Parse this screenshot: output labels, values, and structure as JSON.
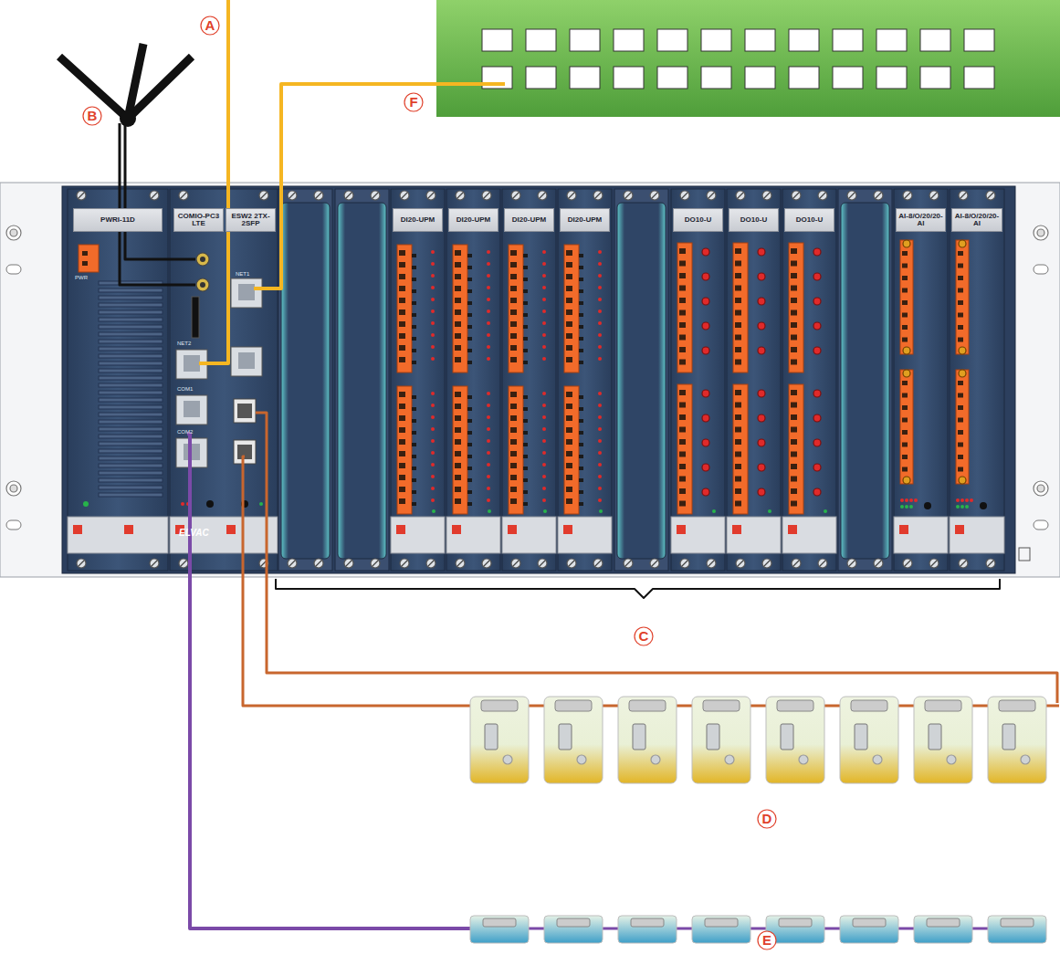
{
  "diagram": {
    "nodes": [
      {
        "text": [
          "PWRI-11D"
        ]
      },
      {
        "text": [
          "COMIO-PC3 LTE"
        ]
      },
      {
        "text": [
          "ESW2 2TX-2SFP"
        ]
      },
      {
        "text": [
          "DI20-UPM"
        ]
      },
      {
        "text": [
          "DI20-UPM"
        ]
      },
      {
        "text": [
          "DI20-UPM"
        ]
      },
      {
        "text": [
          "DI20-UPM"
        ]
      },
      {
        "text": [
          "DO10-U"
        ]
      },
      {
        "text": [
          "DO10-U"
        ]
      },
      {
        "text": [
          "DO10-U"
        ]
      },
      {
        "text": [
          "AI-8/O/20/20-AI"
        ]
      },
      {
        "text": [
          "AI-8/O/20/20-AI"
        ]
      }
    ],
    "labels": [
      "A",
      "B",
      "C",
      "D",
      "E",
      "F",
      "NET1",
      "NET2",
      "COM1",
      "COM2",
      "PWR",
      "ELVAC"
    ]
  }
}
